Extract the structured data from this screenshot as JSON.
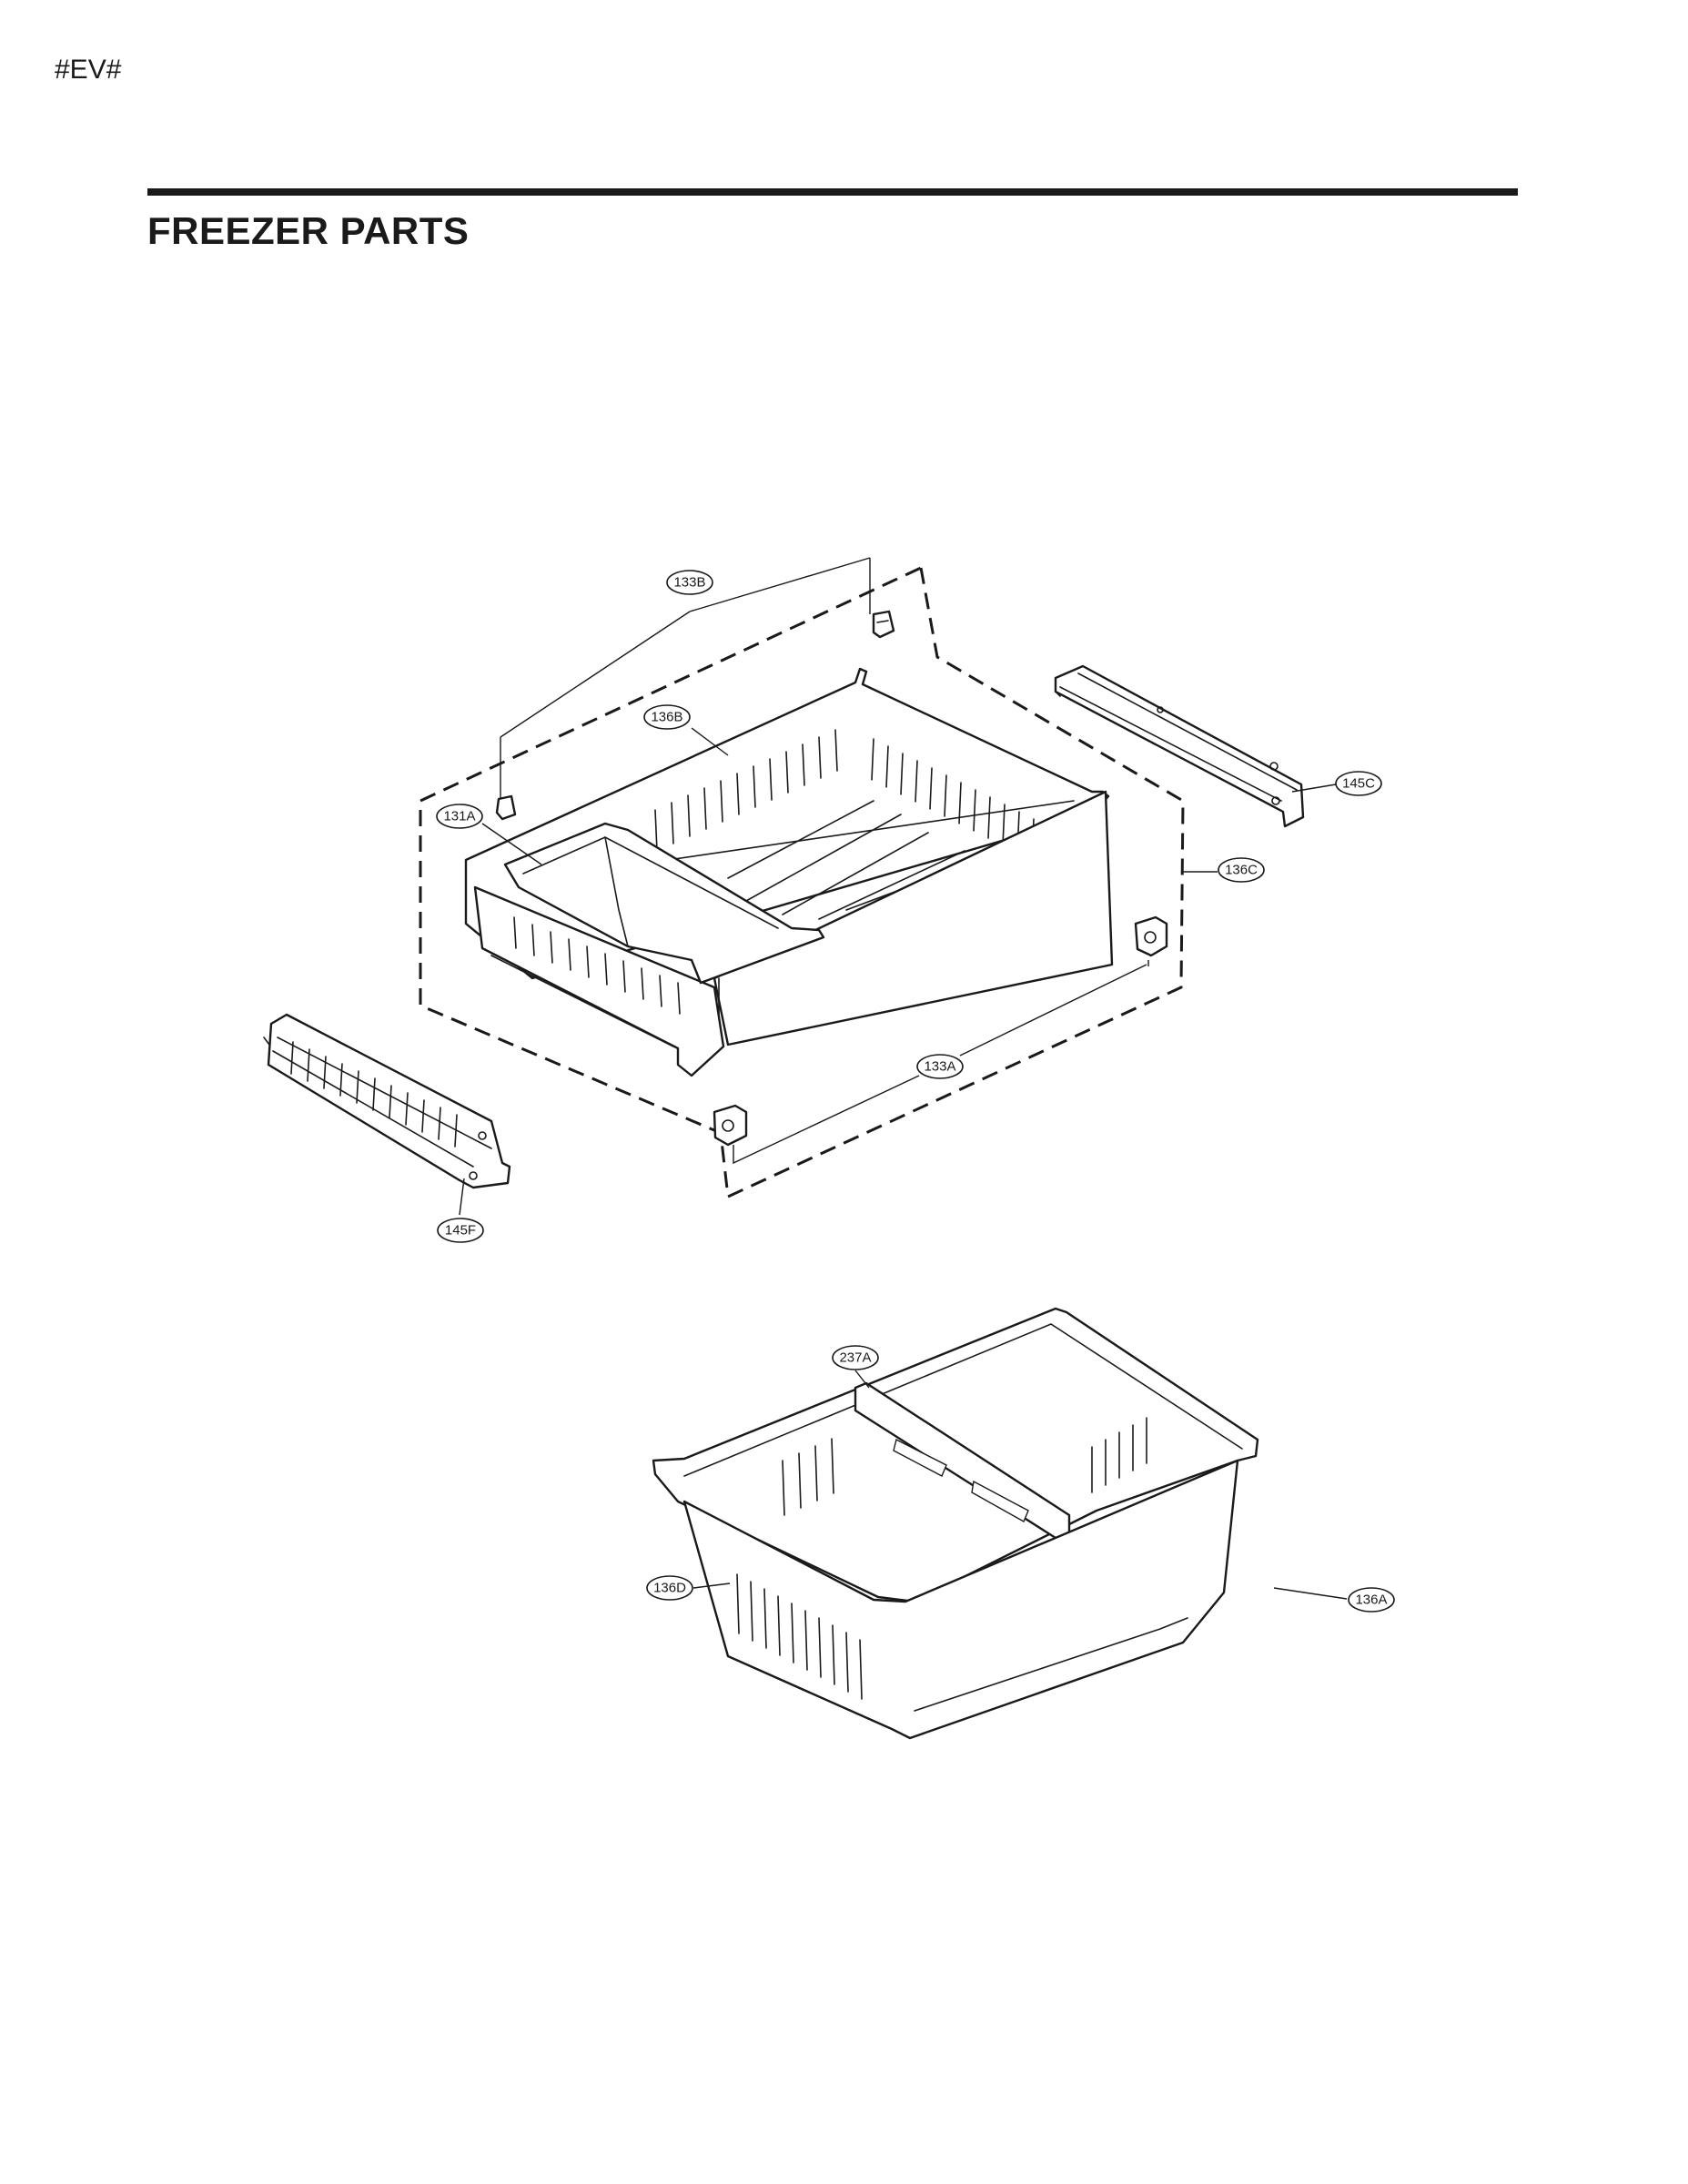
{
  "page": {
    "code": "#EV#",
    "title": "FREEZER PARTS"
  },
  "callouts": {
    "c133B": "133B",
    "c136B": "136B",
    "c131A": "131A",
    "c145C": "145C",
    "c136C": "136C",
    "c133A": "133A",
    "c145F": "145F",
    "c237A": "237A",
    "c136D": "136D",
    "c136A": "136A"
  }
}
